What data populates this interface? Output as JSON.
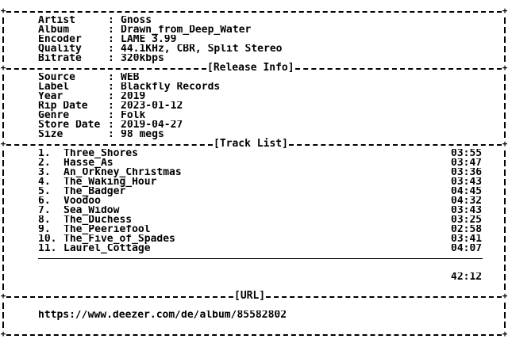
{
  "header": [
    {
      "key": "Artist",
      "value": "Gnoss"
    },
    {
      "key": "Album",
      "value": "Drawn_from_Deep_Water"
    },
    {
      "key": "Encoder",
      "value": "LAME 3.99"
    },
    {
      "key": "Quality",
      "value": "44.1KHz, CBR, Split Stereo"
    },
    {
      "key": "Bitrate",
      "value": "320kbps"
    }
  ],
  "release_info": {
    "title": "[Release Info]",
    "rows": [
      {
        "key": "Source",
        "value": "WEB"
      },
      {
        "key": "Label",
        "value": "Blackfly Records"
      },
      {
        "key": "Year",
        "value": "2019"
      },
      {
        "key": "Rip Date",
        "value": "2023-01-12"
      },
      {
        "key": "Genre",
        "value": "Folk"
      },
      {
        "key": "Store Date",
        "value": "2019-04-27"
      },
      {
        "key": "Size",
        "value": "98 megs"
      }
    ]
  },
  "track_list": {
    "title": "[Track List]",
    "tracks": [
      {
        "num": "1.",
        "title": "Three_Shores",
        "duration": "03:55"
      },
      {
        "num": "2.",
        "title": "Hasse_As",
        "duration": "03:47"
      },
      {
        "num": "3.",
        "title": "An_Orkney_Christmas",
        "duration": "03:36"
      },
      {
        "num": "4.",
        "title": "The_Waking_Hour",
        "duration": "03:43"
      },
      {
        "num": "5.",
        "title": "The_Badger",
        "duration": "04:45"
      },
      {
        "num": "6.",
        "title": "Voodoo",
        "duration": "04:32"
      },
      {
        "num": "7.",
        "title": "Sea_Widow",
        "duration": "03:43"
      },
      {
        "num": "8.",
        "title": "The_Duchess",
        "duration": "03:25"
      },
      {
        "num": "9.",
        "title": "The_Peeriefool",
        "duration": "02:58"
      },
      {
        "num": "10.",
        "title": "The_Five_of_Spades",
        "duration": "03:41"
      },
      {
        "num": "11.",
        "title": "Laurel_Cottage",
        "duration": "04:07"
      }
    ],
    "total": "42:12"
  },
  "url_section": {
    "title": "[URL]",
    "url": "https://www.deezer.com/de/album/85582802"
  },
  "glyphs": {
    "colon": ":",
    "corner": "+"
  }
}
